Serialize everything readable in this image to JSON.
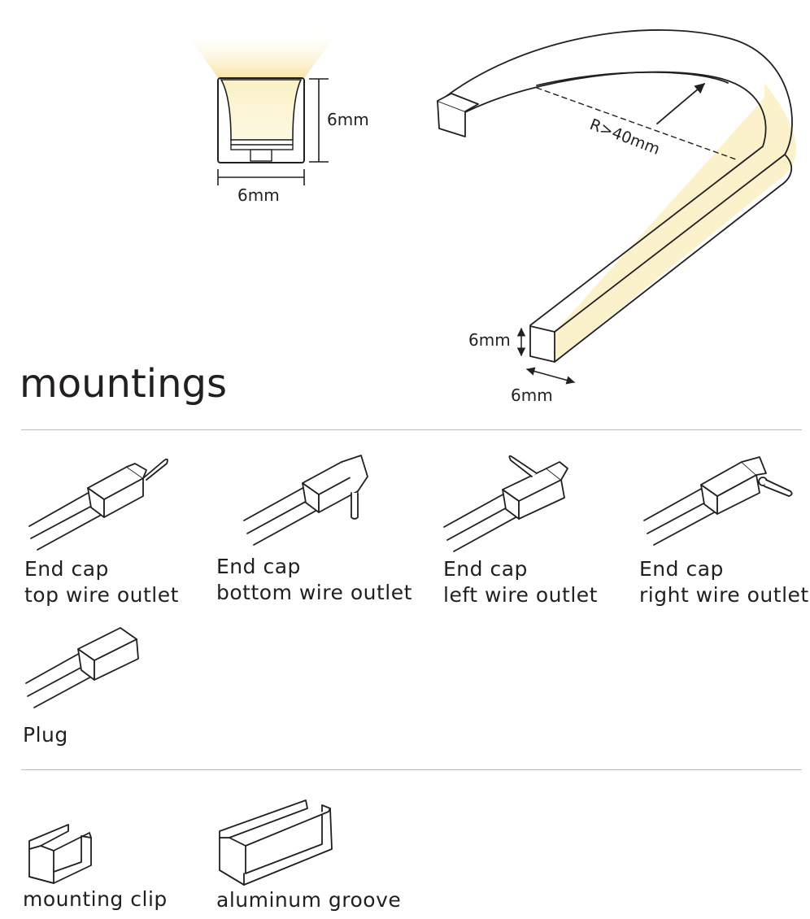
{
  "profile": {
    "height_label": "6mm",
    "width_label": "6mm",
    "light_color": "#fbeeb8"
  },
  "bend": {
    "radius_label": "R>40mm",
    "end_height_label": "6mm",
    "end_width_label": "6mm"
  },
  "section": {
    "title": "mountings"
  },
  "mountings": [
    {
      "icon": "end-cap-top-wire-outlet-icon",
      "line1": "End cap",
      "line2": "top wire outlet"
    },
    {
      "icon": "end-cap-bottom-wire-outlet-icon",
      "line1": "End cap",
      "line2": "bottom wire outlet"
    },
    {
      "icon": "end-cap-left-wire-outlet-icon",
      "line1": "End cap",
      "line2": "left wire outlet"
    },
    {
      "icon": "end-cap-right-wire-outlet-icon",
      "line1": "End cap",
      "line2": "right wire outlet"
    },
    {
      "icon": "plug-icon",
      "line1": "Plug"
    }
  ],
  "accessories": [
    {
      "icon": "mounting-clip-icon",
      "label": "mounting clip"
    },
    {
      "icon": "aluminum-groove-icon",
      "label": "aluminum groove"
    }
  ]
}
